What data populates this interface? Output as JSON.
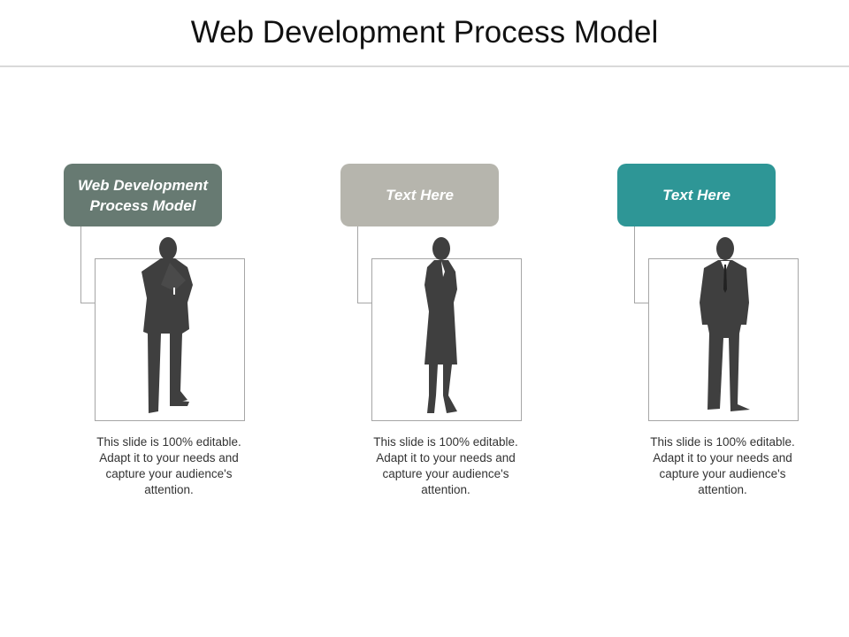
{
  "title": "Web Development Process Model",
  "columns": [
    {
      "label": "Web Development Process Model",
      "color": "#677a72",
      "description": "This slide is 100% editable. Adapt it to your needs and capture your audience's attention.",
      "icon": "businessman-arms-crossed-icon"
    },
    {
      "label": "Text Here",
      "color": "#b6b5ad",
      "description": "This slide is 100% editable. Adapt it to your needs and capture your audience's attention.",
      "icon": "businesswoman-icon"
    },
    {
      "label": "Text Here",
      "color": "#2e9696",
      "description": "This slide is 100% editable. Adapt it to your needs and capture your audience's attention.",
      "icon": "businessman-hands-in-pockets-icon"
    }
  ]
}
